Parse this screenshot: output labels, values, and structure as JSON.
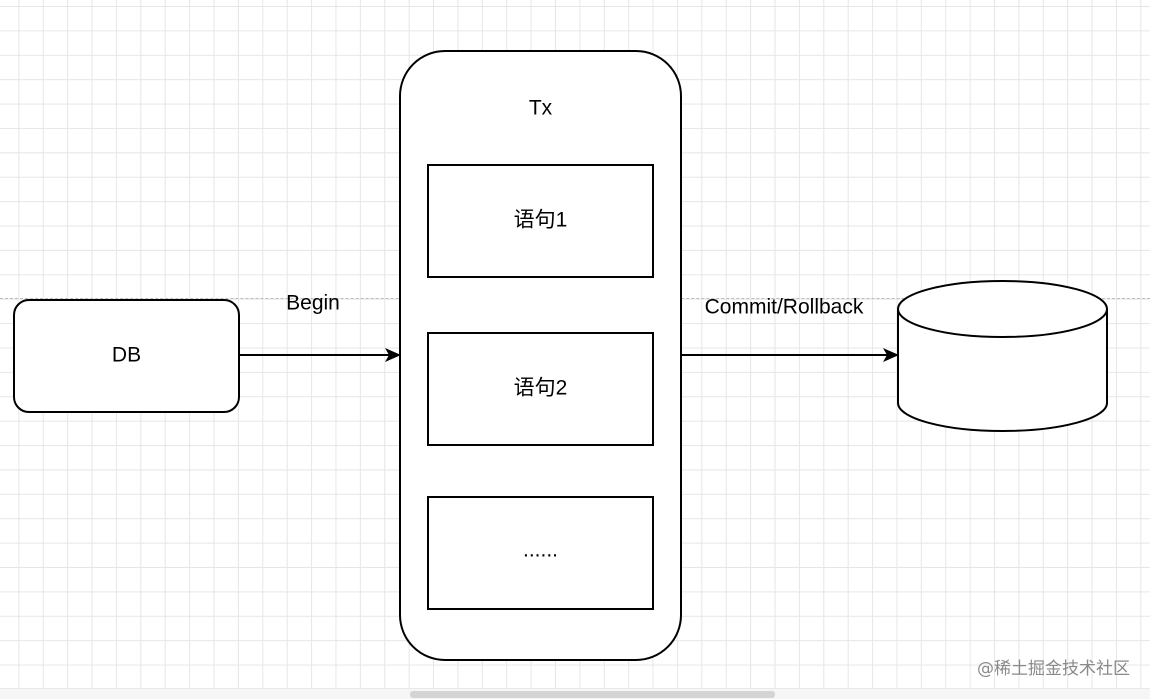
{
  "nodes": {
    "db": {
      "label": "DB"
    },
    "tx": {
      "label": "Tx"
    },
    "stmt1": {
      "label": "语句1"
    },
    "stmt2": {
      "label": "语句2"
    },
    "stmt3": {
      "label": "......"
    },
    "storage": {
      "label": ""
    }
  },
  "edges": {
    "begin": {
      "label": "Begin"
    },
    "commit": {
      "label": "Commit/Rollback"
    }
  },
  "watermark": "@稀土掘金技术社区"
}
